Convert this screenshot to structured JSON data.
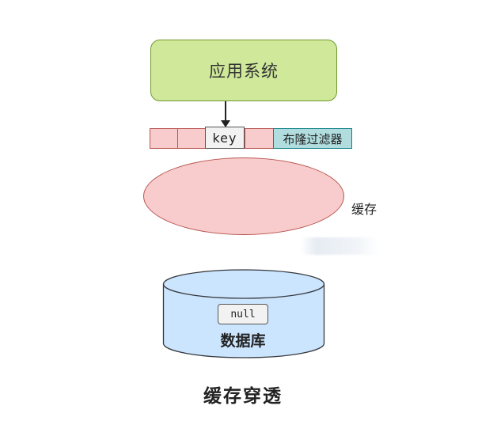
{
  "app_system": {
    "label": "应用系统"
  },
  "bloom_filter": {
    "key_label": "key",
    "label": "布隆过滤器"
  },
  "cache": {
    "label": "缓存"
  },
  "database": {
    "null_label": "null",
    "label": "数据库"
  },
  "caption": "缓存穿透",
  "colors": {
    "app_fill": "#cfe89a",
    "app_border": "#6f9a2d",
    "bit_fill": "#f8cccc",
    "bit_border": "#b85450",
    "bloom_label_fill": "#b1dddf",
    "bloom_label_border": "#0e8088",
    "db_fill": "#cce5ff",
    "db_border": "#36393d"
  }
}
